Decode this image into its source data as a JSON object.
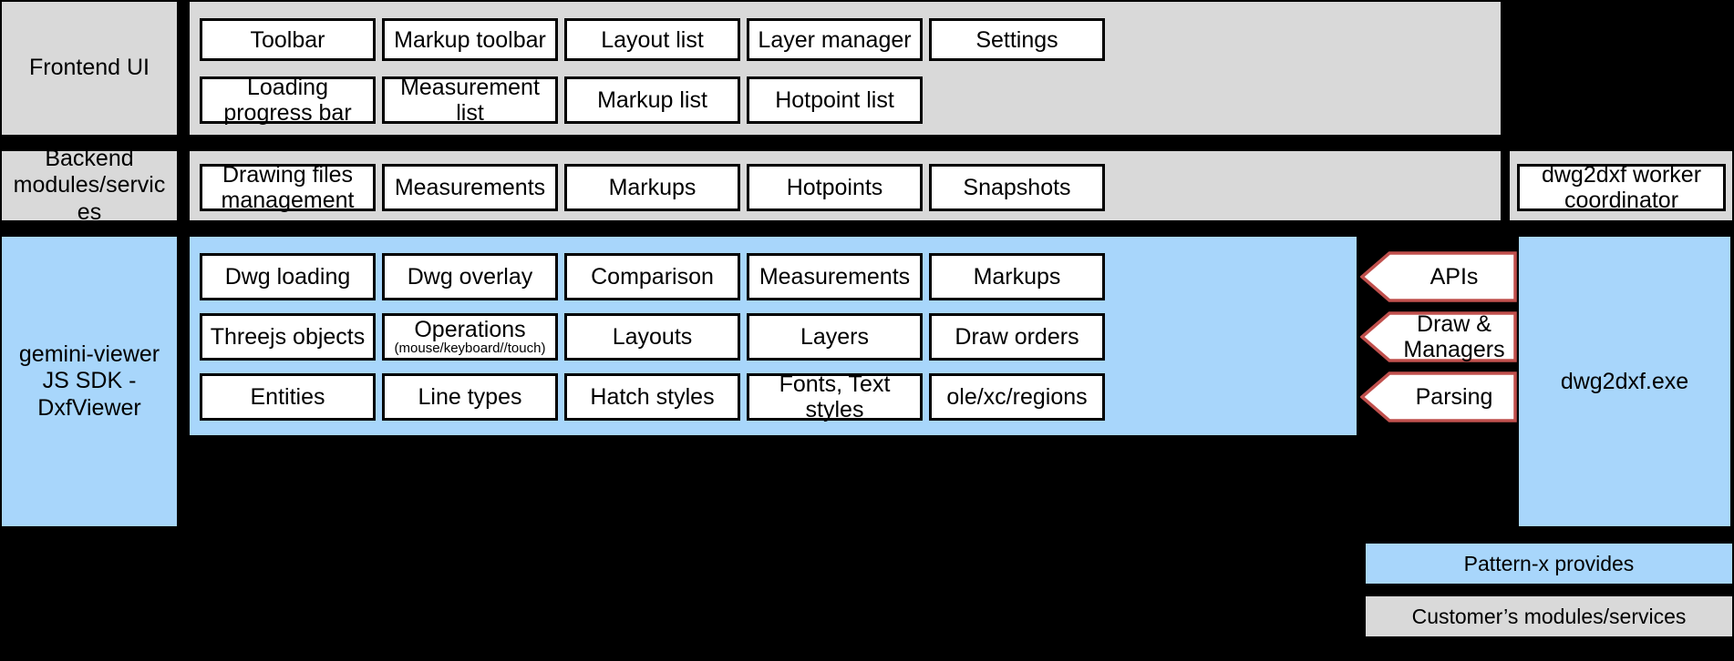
{
  "diagram": {
    "title": "gemini-viewer architecture layers",
    "colors": {
      "customer_grey": "#d9d9d9",
      "pattern_blue": "#a8d6fb",
      "background": "#000000",
      "callout_border": "#c0504d",
      "cell_border": "#000000"
    }
  },
  "rows": [
    {
      "label": "Frontend UI",
      "tone": "grey",
      "cells": [
        [
          "Toolbar",
          "Markup toolbar",
          "Layout list",
          "Layer manager",
          "Settings"
        ],
        [
          "Loading progress bar",
          "Measurement list",
          "Markup list",
          "Hotpoint list"
        ]
      ]
    },
    {
      "label": "Backend modules/services",
      "tone": "grey",
      "cells": [
        [
          "Drawing files management",
          "Measurements",
          "Markups",
          "Hotpoints",
          "Snapshots"
        ]
      ],
      "aside": "dwg2dxf worker coordinator"
    },
    {
      "label": "gemini-viewer JS SDK - DxfViewer",
      "tone": "blue",
      "cells": [
        [
          "Dwg loading",
          "Dwg overlay",
          "Comparison",
          "Measurements",
          "Markups"
        ],
        [
          "Threejs objects",
          "Operations",
          "Layouts",
          "Layers",
          "Draw orders"
        ],
        [
          "Entities",
          "Line types",
          "Hatch styles",
          "Fonts, Text styles",
          "ole/xc/regions"
        ]
      ],
      "cell_subtitles": {
        "Operations": "(mouse/keyboard//touch)"
      }
    }
  ],
  "callouts": [
    {
      "label": "APIs"
    },
    {
      "label": "Draw & Managers"
    },
    {
      "label": "Parsing"
    }
  ],
  "exe_block": {
    "label": "dwg2dxf.exe"
  },
  "legend": [
    {
      "label": "Pattern-x provides",
      "tone": "blue"
    },
    {
      "label": "Customer’s modules/services",
      "tone": "grey"
    }
  ],
  "row_labels": {
    "frontend": "Frontend UI",
    "backend_line1": "Backend",
    "backend_line2": "modules/servic",
    "backend_line3": "es",
    "sdk_line1": "gemini-viewer",
    "sdk_line2": "JS SDK -",
    "sdk_line3": "DxfViewer"
  },
  "frontend_row1": {
    "c0": "Toolbar",
    "c1": "Markup toolbar",
    "c2": "Layout list",
    "c3": "Layer manager",
    "c4": "Settings"
  },
  "frontend_row2": {
    "c0a": "Loading",
    "c0b": "progress bar",
    "c1a": "Measurement",
    "c1b": "list",
    "c2": "Markup list",
    "c3": "Hotpoint list"
  },
  "backend_row": {
    "c0a": "Drawing files",
    "c0b": "management",
    "c1": "Measurements",
    "c2": "Markups",
    "c3": "Hotpoints",
    "c4": "Snapshots",
    "aside_a": "dwg2dxf worker",
    "aside_b": "coordinator"
  },
  "sdk_row1": {
    "c0": "Dwg loading",
    "c1": "Dwg overlay",
    "c2": "Comparison",
    "c3": "Measurements",
    "c4": "Markups"
  },
  "sdk_row2": {
    "c0": "Threejs objects",
    "c1": "Operations",
    "c1sub": "(mouse/keyboard//touch)",
    "c2": "Layouts",
    "c3": "Layers",
    "c4": "Draw orders"
  },
  "sdk_row3": {
    "c0": "Entities",
    "c1": "Line types",
    "c2": "Hatch styles",
    "c3a": "Fonts, Text",
    "c3b": "styles",
    "c4": "ole/xc/regions"
  },
  "callout_text": {
    "apis": "APIs",
    "draw_a": "Draw &",
    "draw_b": "Managers",
    "parsing": "Parsing"
  },
  "exe": {
    "label": "dwg2dxf.exe"
  },
  "legend_text": {
    "blue": "Pattern-x provides",
    "grey": "Customer’s modules/services"
  }
}
